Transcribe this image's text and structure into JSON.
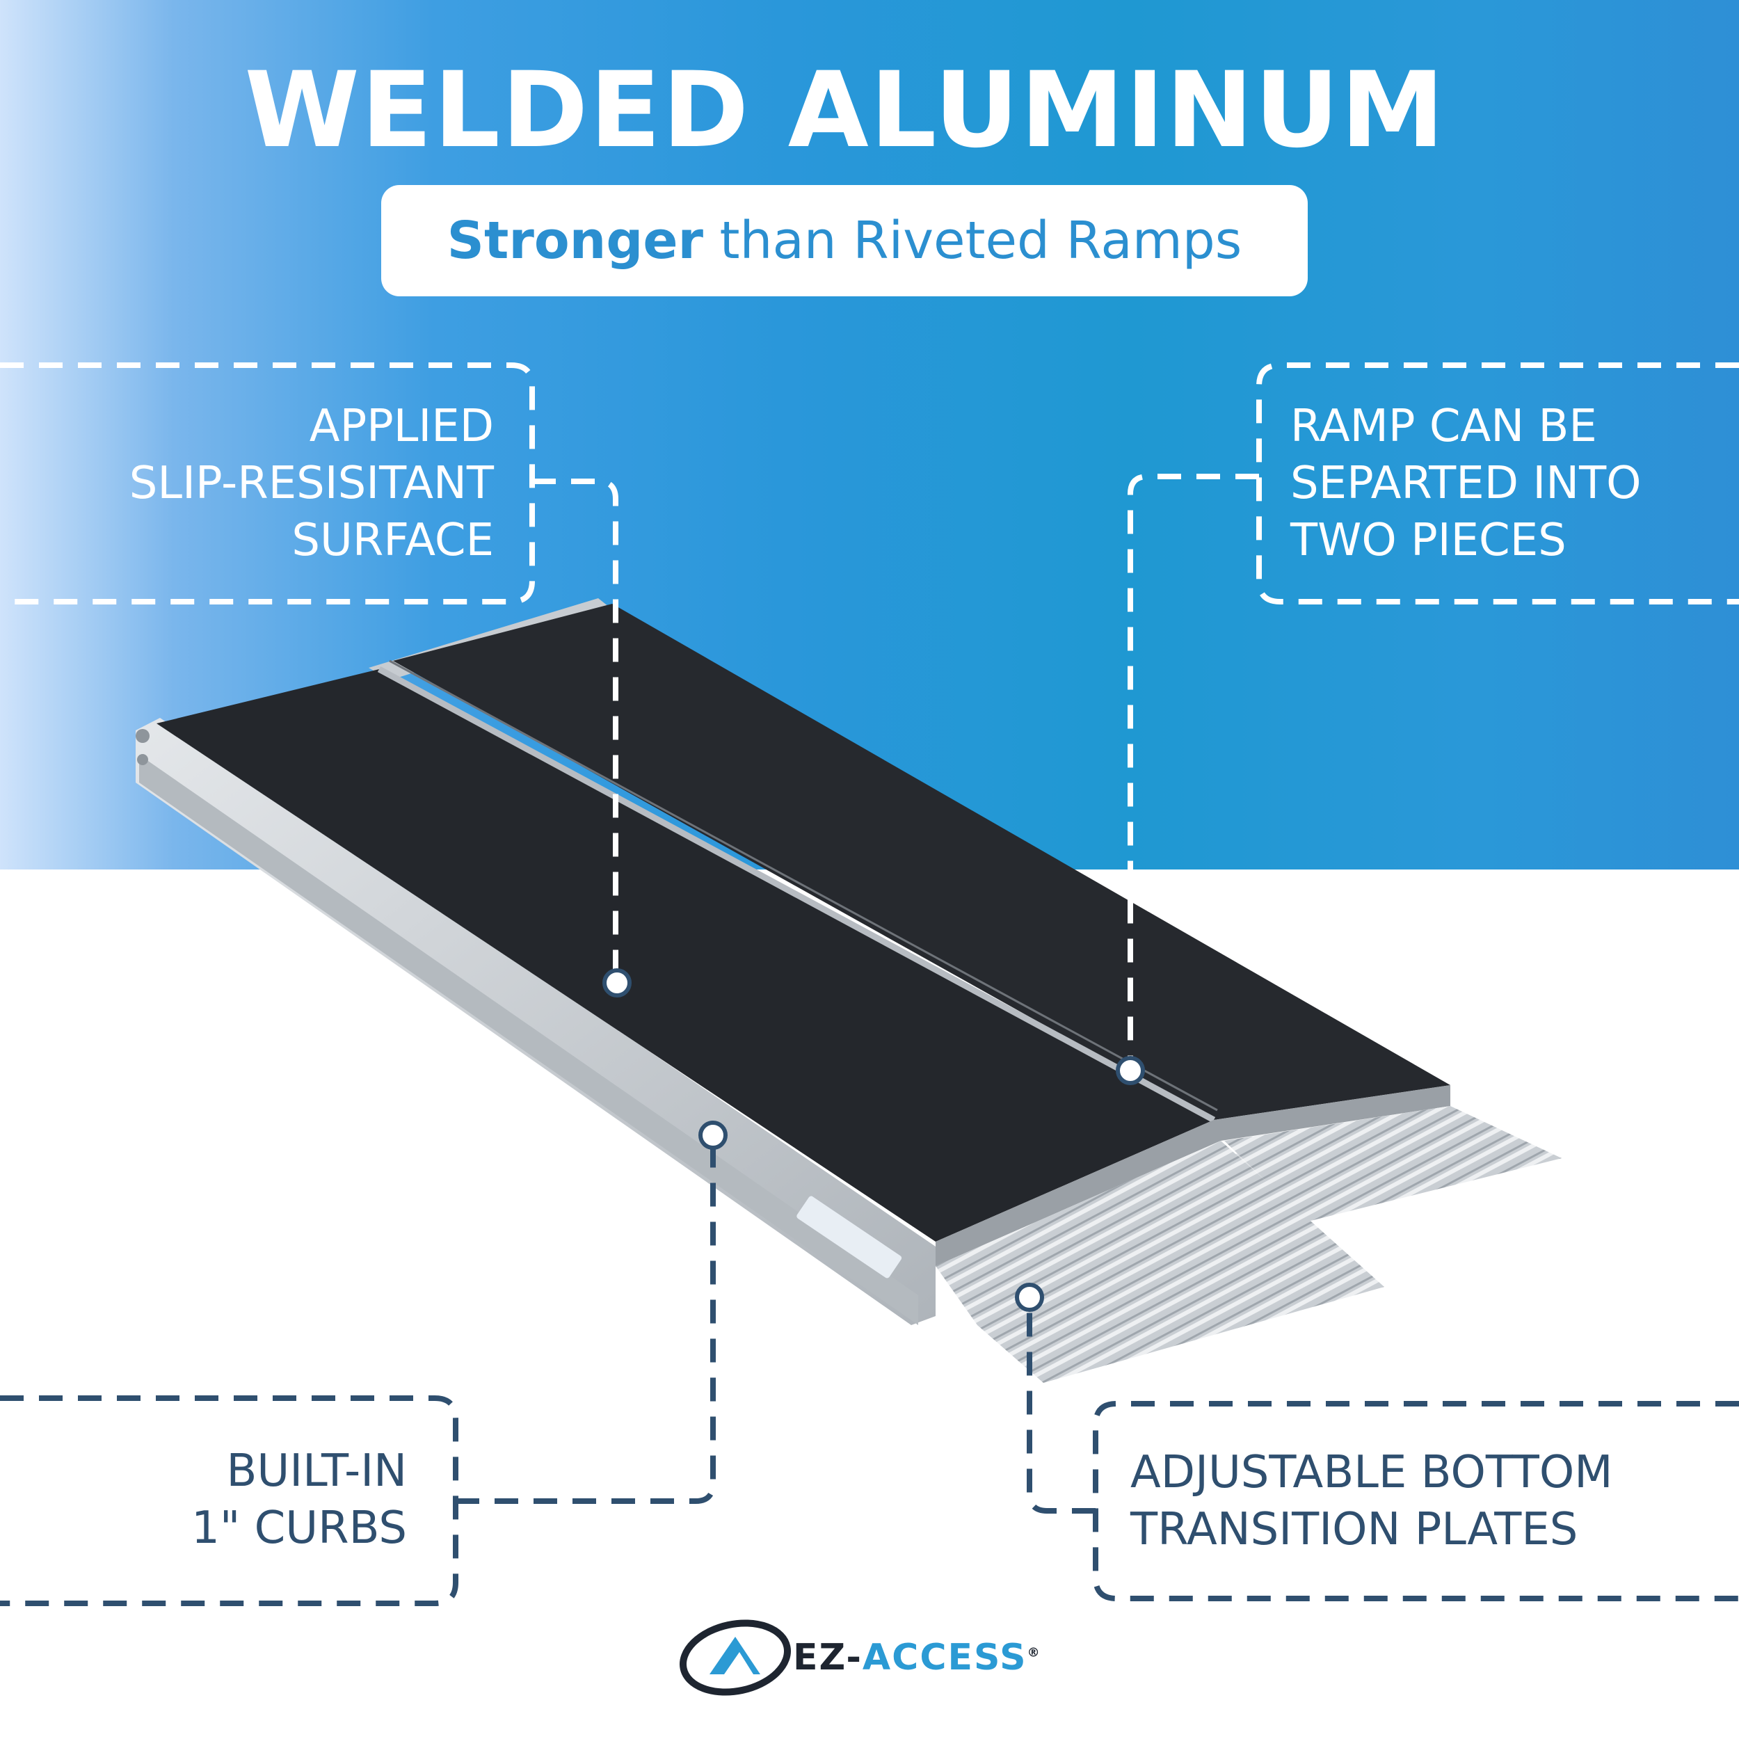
{
  "header": {
    "title": "WELDED ALUMINUM",
    "subtitle_strong": "Stronger",
    "subtitle_rest": " than Riveted Ramps"
  },
  "callouts": {
    "top_left": {
      "lines": [
        "APPLIED",
        "SLIP-RESISITANT",
        "SURFACE"
      ]
    },
    "top_right": {
      "lines": [
        "RAMP CAN BE",
        "SEPARTED INTO",
        "TWO PIECES"
      ]
    },
    "bottom_left": {
      "lines": [
        "BUILT-IN",
        "1\" CURBS"
      ]
    },
    "bottom_right": {
      "lines": [
        "ADJUSTABLE BOTTOM",
        "TRANSITION PLATES"
      ]
    }
  },
  "brand": {
    "prefix": "EZ-",
    "suffix": "ACCESS",
    "registered": "®"
  },
  "colors": {
    "accent_blue": "#2b8fd0",
    "navy": "#2f4f6f",
    "white": "#ffffff",
    "ramp_surface": "#24272c",
    "aluminum": "#c6cbd0"
  }
}
